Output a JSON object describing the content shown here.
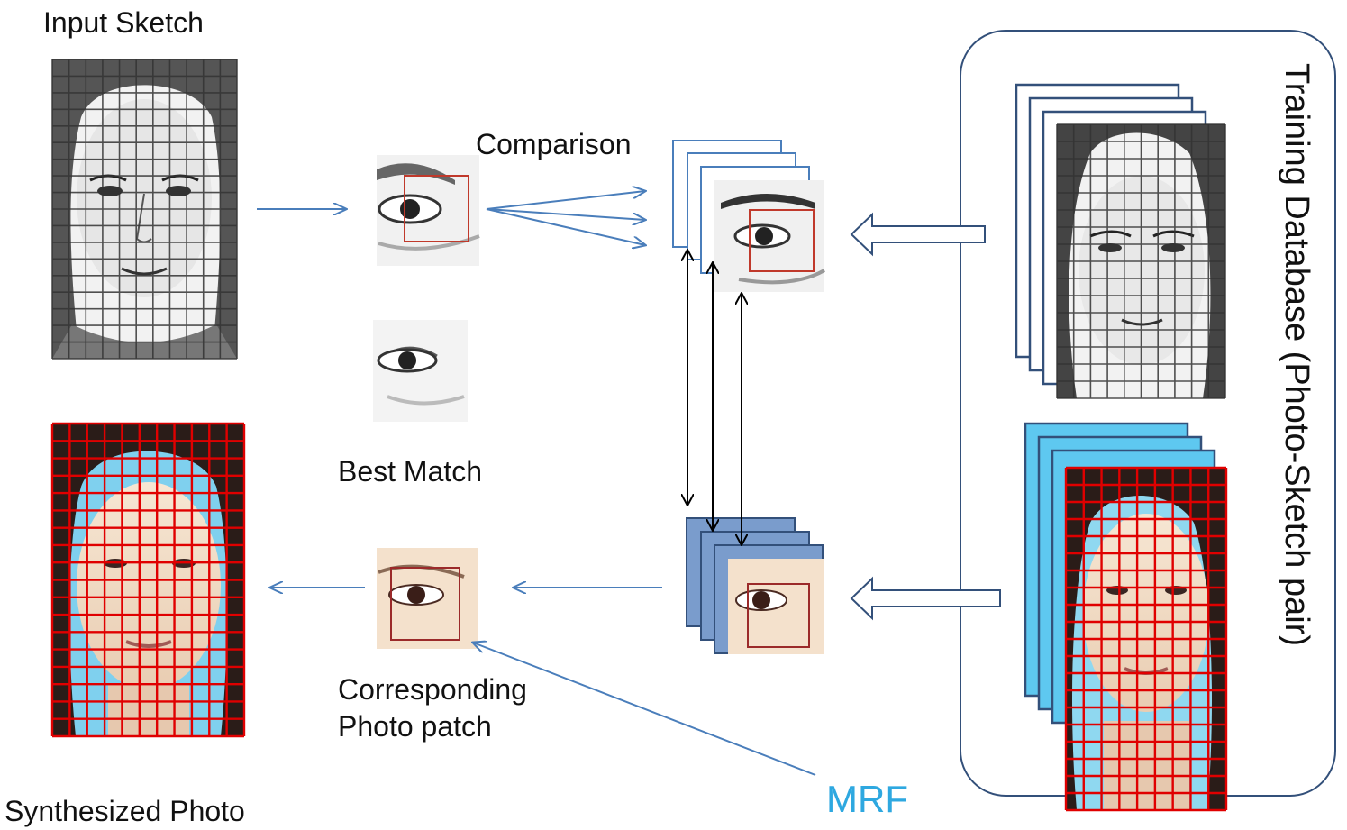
{
  "labels": {
    "input_sketch": "Input Sketch",
    "comparison": "Comparison",
    "best_match": "Best Match",
    "corresponding_line1": "Corresponding",
    "corresponding_line2": "Photo patch",
    "synthesized_photo": "Synthesized Photo",
    "mrf": "MRF",
    "training_database": "Training Database  (Photo-Sketch pair)"
  },
  "colors": {
    "flow_arrow": "#4a7ebb",
    "patch_box": "#c0392b",
    "photo_grid": "#e00000",
    "sketch_grid": "#333333",
    "sketch_stack_fill": "#ffffff",
    "photo_patch_stack_fill": "#7a9ccc",
    "photo_stack_fill": "#5ec8f0",
    "mrf": "#2ea8e0",
    "database_border": "#33507a"
  },
  "icons": {
    "sketch_face": "sketch-face-icon",
    "photo_face": "photo-face-icon",
    "eye_patch": "eye-patch-icon"
  }
}
